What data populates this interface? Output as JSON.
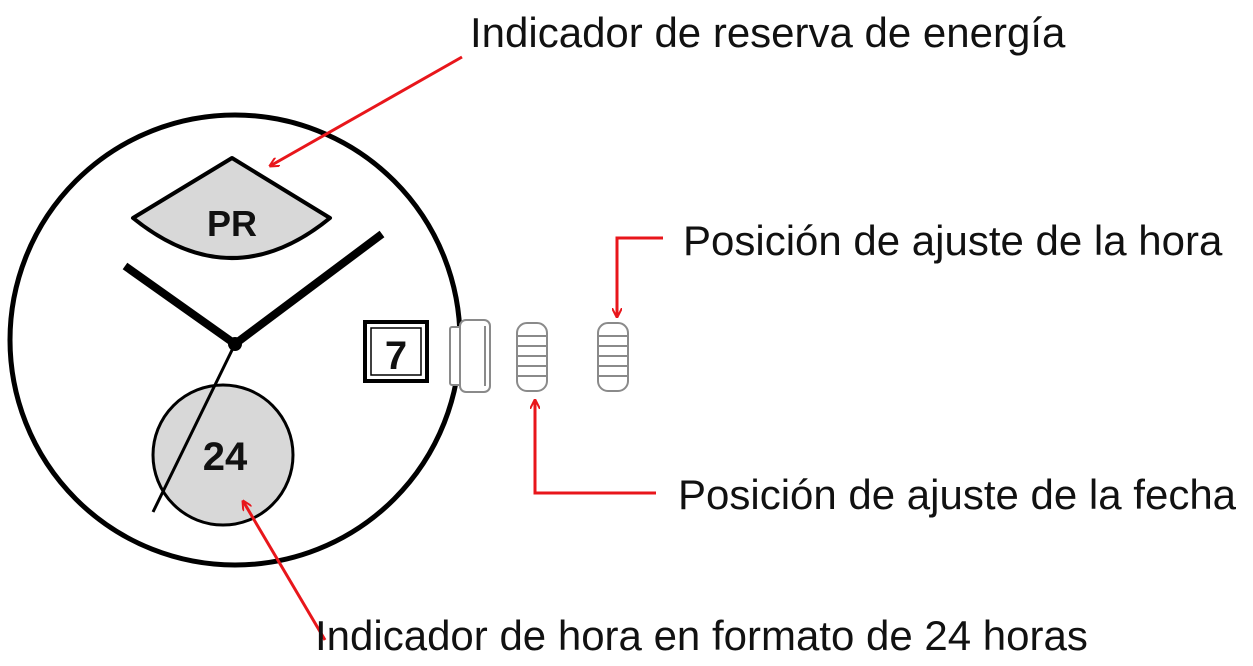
{
  "labels": {
    "power_reserve": "Indicador de reserva de energía",
    "time_setting": "Posición de ajuste de la hora",
    "date_setting": "Posición de ajuste de la fecha",
    "hour_24": "Indicador de hora en formato de 24 horas"
  },
  "dial": {
    "power_reserve_text": "PR",
    "date_window_text": "7",
    "subdial_text": "24"
  },
  "colors": {
    "arrow": "#e8161b",
    "ink": "#000000",
    "subdial_fill": "#d8d8d8",
    "crown": "#8a8a8a"
  }
}
